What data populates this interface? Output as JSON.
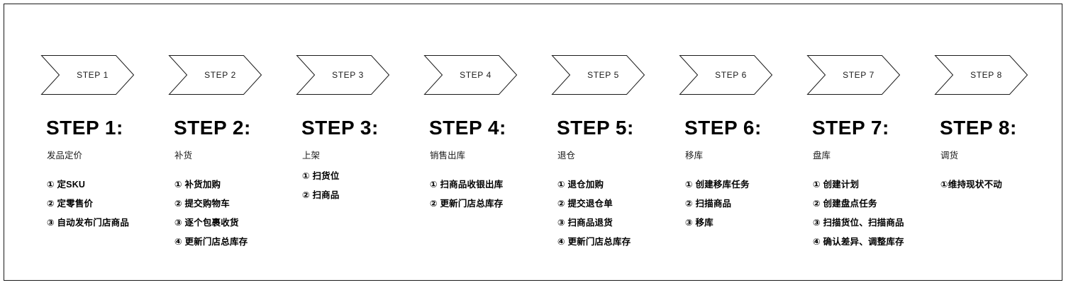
{
  "diagram": {
    "title_visible": false,
    "border_color": "#1a1a1a",
    "background": "#ffffff",
    "columns": [
      {
        "banner_label": "STEP 1",
        "heading": "STEP 1:",
        "subtitle": "发品定价",
        "tight": false,
        "items": [
          "① 定SKU",
          "② 定零售价",
          "③ 自动发布门店商品"
        ]
      },
      {
        "banner_label": "STEP 2",
        "heading": "STEP 2:",
        "subtitle": "补货",
        "tight": false,
        "items": [
          "① 补货加购",
          "② 提交购物车",
          "③ 逐个包裹收货",
          "④ 更新门店总库存"
        ]
      },
      {
        "banner_label": "STEP 3",
        "heading": "STEP 3:",
        "subtitle": "上架",
        "tight": true,
        "items": [
          "① 扫货位",
          "② 扫商品"
        ]
      },
      {
        "banner_label": "STEP 4",
        "heading": "STEP 4:",
        "subtitle": "销售出库",
        "tight": false,
        "items": [
          "① 扫商品收银出库",
          "② 更新门店总库存"
        ]
      },
      {
        "banner_label": "STEP 5",
        "heading": "STEP 5:",
        "subtitle": "退仓",
        "tight": false,
        "items": [
          "① 退仓加购",
          "② 提交退仓单",
          "③ 扫商品退货",
          "④ 更新门店总库存"
        ]
      },
      {
        "banner_label": "STEP 6",
        "heading": "STEP 6:",
        "subtitle": "移库",
        "tight": false,
        "items": [
          "① 创建移库任务",
          "② 扫描商品",
          "③ 移库"
        ]
      },
      {
        "banner_label": "STEP 7",
        "heading": "STEP 7:",
        "subtitle": "盘库",
        "tight": false,
        "items": [
          "① 创建计划",
          "② 创建盘点任务",
          "③ 扫描货位、扫描商品",
          "④ 确认差异、调整库存"
        ]
      },
      {
        "banner_label": "STEP 8",
        "heading": "STEP 8:",
        "subtitle": "调货",
        "tight": false,
        "items": [
          "①维持现状不动"
        ]
      }
    ]
  }
}
